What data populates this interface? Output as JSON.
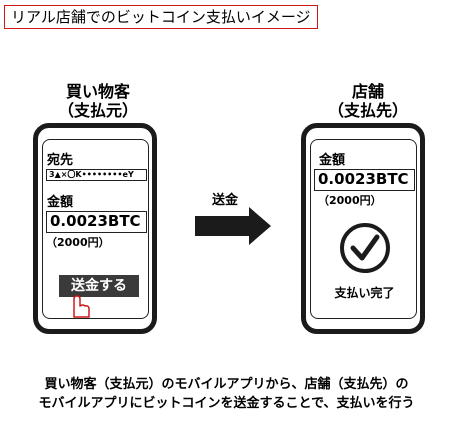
{
  "title": "リアル店舗でのビットコイン支払いイメージ",
  "buyer": {
    "caption_line1": "買い物客",
    "caption_line2": "（支払元）",
    "address_label": "宛先",
    "address_value": "3▲×〇K••••••••eY",
    "amount_label": "金額",
    "amount_value": "0.0023BTC",
    "yen_value": "（2000円）",
    "send_button": "送金する"
  },
  "arrow_label": "送金",
  "store": {
    "caption_line1": "店舗",
    "caption_line2": "（支払先）",
    "amount_label": "金額",
    "amount_value": "0.0023BTC",
    "yen_value": "（2000円）",
    "complete_label": "支払い完了"
  },
  "description": {
    "line1": "買い物客（支払元）のモバイルアプリから、店舗（支払先）の",
    "line2": "モバイルアプリにビットコインを送金することで、支払いを行う"
  }
}
